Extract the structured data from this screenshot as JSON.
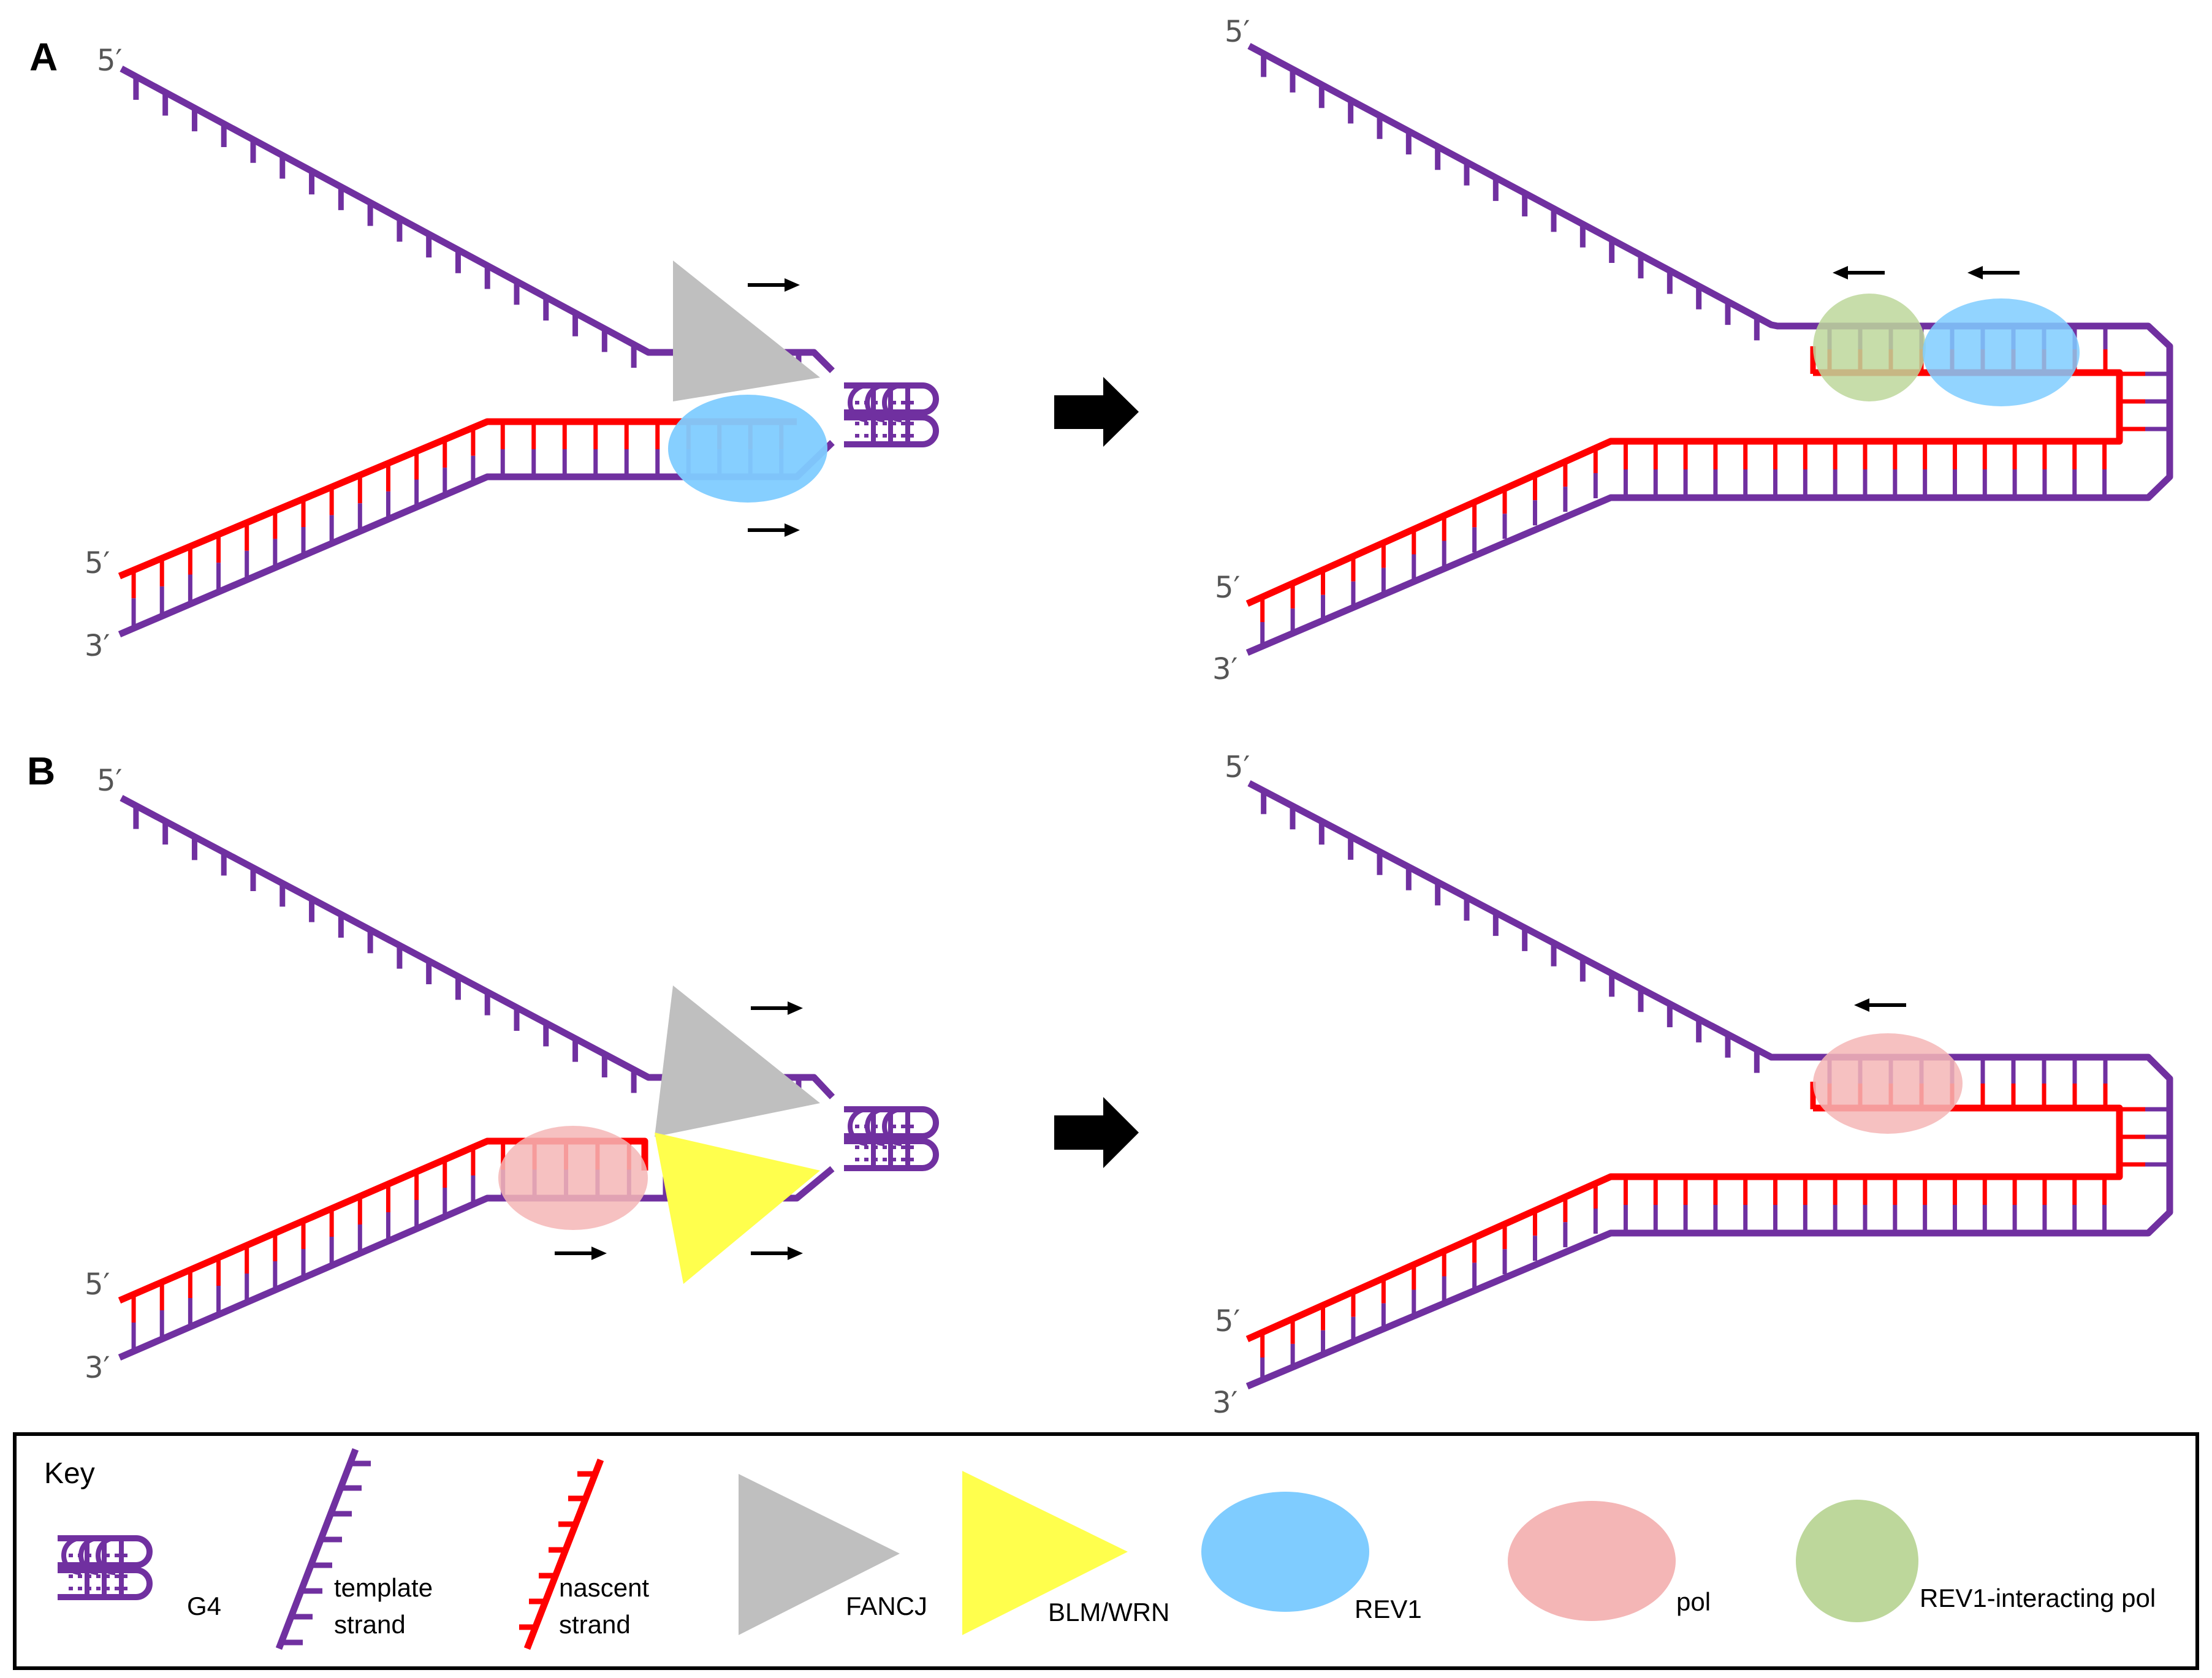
{
  "panels": [
    {
      "letter": "A",
      "left_labels": {
        "top_5": "5′",
        "bottom_5": "5′",
        "bottom_3": "3′"
      },
      "right_labels": {
        "top_5": "5′",
        "bottom_5": "5′",
        "bottom_3": "3′"
      }
    },
    {
      "letter": "B",
      "left_labels": {
        "top_5": "5′",
        "bottom_5": "5′",
        "bottom_3": "3′"
      },
      "right_labels": {
        "top_5": "5′",
        "bottom_5": "5′",
        "bottom_3": "3′"
      }
    }
  ],
  "key": {
    "title": "Key",
    "items": [
      {
        "name": "g4",
        "label_lines": [
          "G4"
        ]
      },
      {
        "name": "template-strand",
        "label_lines": [
          "template",
          "strand"
        ]
      },
      {
        "name": "nascent-strand",
        "label_lines": [
          "nascent",
          "strand"
        ]
      },
      {
        "name": "fancj",
        "label_lines": [
          "FANCJ"
        ]
      },
      {
        "name": "blm-wrn",
        "label_lines": [
          "BLM/WRN"
        ]
      },
      {
        "name": "rev1",
        "label_lines": [
          "REV1"
        ]
      },
      {
        "name": "pol",
        "label_lines": [
          "pol"
        ]
      },
      {
        "name": "rev1-interacting-pol",
        "label_lines": [
          "REV1-interacting pol"
        ]
      }
    ]
  },
  "colors": {
    "template": "#7030a0",
    "nascent": "#ff0000",
    "fancj": "#bfbfbf",
    "blm_wrn": "#ffff4d",
    "rev1": "#7fccff",
    "pol": "#f4b6b6",
    "rev1_interacting_pol": "#bdd79b"
  }
}
